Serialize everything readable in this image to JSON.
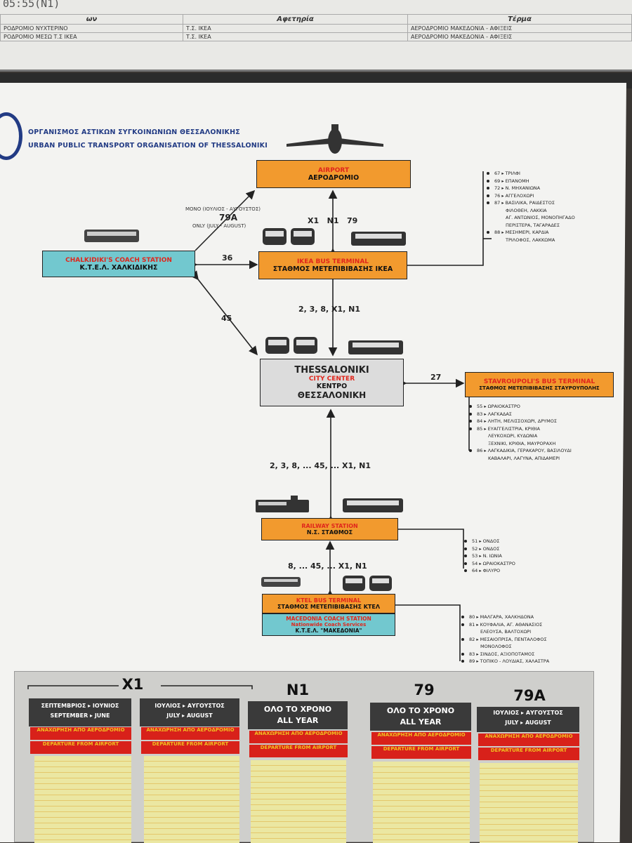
{
  "top_sheet": {
    "caption": "05:55(N1)",
    "header": [
      "ων",
      "Αφετηρία",
      "Τέρμα"
    ],
    "rows": [
      [
        "ΡΟΔΡΟΜΙΟ ΝΥΧΤΕΡΙΝΟ",
        "Τ.Σ. ΙΚΕΑ",
        "ΑΕΡΟΔΡΟΜΙΟ ΜΑΚΕΔΟΝΙΑ - ΑΦΙΞΕΙΣ"
      ],
      [
        "ΡΟΔΡΟΜΙΟ ΜΕΣΩ Τ.Σ ΙΚΕΑ",
        "Τ.Σ. ΙΚΕΑ",
        "ΑΕΡΟΔΡΟΜΙΟ ΜΑΚΕΔΟΝΙΑ - ΑΦΙΞΕΙΣ"
      ]
    ]
  },
  "org": {
    "name_gr": "ΟΡΓΑΝΙΣΜΟΣ ΑΣΤΙΚΩΝ ΣΥΓΚΟΙΝΩΝΙΩΝ ΘΕΣΣΑΛΟΝΙΚΗΣ",
    "name_en": "URBAN PUBLIC TRANSPORT ORGANISATION OF THESSALONIKI"
  },
  "nodes": {
    "airport": {
      "en": "AIRPORT",
      "gr": "ΑΕΡΟΔΡΟΜΙΟ"
    },
    "ikea": {
      "en": "IKEA BUS TERMINAL",
      "gr": "ΣΤΑΘΜΟΣ ΜΕΤΕΠΙΒΙΒΑΣΗΣ ΙΚΕΑ"
    },
    "chalkidiki": {
      "en": "CHALKIDIKI'S COACH STATION",
      "gr": "Κ.Τ.Ε.Λ. ΧΑΛΚΙΔΙΚΗΣ"
    },
    "center": {
      "en1": "THESSALONIKI",
      "en2": "CITY CENTER",
      "gr1": "ΚΕΝΤΡΟ",
      "gr2": "ΘΕΣΣΑΛΟΝΙΚΗ"
    },
    "stavroupoli": {
      "en": "STAVROUPOLI'S BUS TERMINAL",
      "gr": "ΣΤΑΘΜΟΣ ΜΕΤΕΠΙΒΙΒΑΣΗΣ ΣΤΑΥΡΟΥΠΟΛΗΣ"
    },
    "railway": {
      "en": "RAILWAY STATION",
      "gr": "Ν.Σ. ΣΤΑΘΜΟΣ"
    },
    "ktel": {
      "en": "KTEL BUS TERMINAL",
      "gr": "ΣΤΑΘΜΟΣ ΜΕΤΕΠΙΒΙΒΑΣΗΣ ΚΤΕΛ",
      "en2": "MACEDONIA COACH STATION",
      "en3": "Nationwide Coach Services",
      "gr2": "Κ.Τ.Ε.Λ. \"ΜΑΚΕΔΟΝΙΑ\""
    }
  },
  "links": {
    "chalkidiki_airport": "79A",
    "seasonal_gr": "ΜΟΝΟ (ΙΟΥΛΙΟΣ - ΑΥΓΟΥΣΤΟΣ)",
    "seasonal_en": "ONLY (JULY - AUGUST)",
    "ikea_airport": "X1   N1   79",
    "chalkidiki_ikea": "36",
    "chalkidiki_center": "45",
    "ikea_center": "2, 3, 8, X1, N1",
    "center_stavroupoli": "27",
    "railway_center": "2, 3, 8, ... 45, ... X1, N1",
    "ktel_railway": "8, ... 45, ... X1, N1"
  },
  "ikea_destinations": [
    "67 ▸ ΤΡΙΛΦΙ",
    "69 ▸ ΕΠΑΝΟΜΗ",
    "72 ▸ Ν. ΜΗΧΑΝΙΩΝΑ",
    "76 ▸ ΑΓΓΕΛΟΧΩΡΙ",
    "87 ▸ ΒΑΣΙΛΙΚΑ, ΡΑΙΔΕΣΤΟΣ",
    "ΦΙΛΟΘΕΗ, ΛΑΚΚΙΑ",
    "ΑΓ. ΑΝΤΩΝΙΟΣ, ΜΟΝΟΠΗΓΑΔΟ",
    "ΠΕΡΙΣΤΕΡΑ, ΤΑΓΑΡΑΔΕΣ",
    "88 ▸ ΜΕΣΗΜΕΡΙ, ΚΑΡΔΙΑ",
    "ΤΡΙΛΟΦΟΣ, ΛΑΚΚΩΜΑ"
  ],
  "stavroupoli_destinations": [
    "55 ▸ ΩΡΑΙΟΚΑΣΤΡΟ",
    "83 ▸ ΛΑΓΚΑΔΑΣ",
    "84 ▸ ΛΗΤΗ, ΜΕΛΙΣΣΟΧΩΡΙ, ΔΡΥΜΟΣ",
    "85 ▸ ΕΥΑΓΓΕΛΙΣΤΡΙΑ, ΚΡΙΘΙΑ",
    "ΛΕΥΚΟΧΩΡΙ, ΚΥΔΩΝΙΑ",
    "ΞΕΧΝΙΚΙ, ΚΡΙΘΙΑ, ΜΑΥΡΟΡΑΧΗ",
    "86 ▸ ΛΑΓΚΑΔΙΚΙΑ, ΓΕΡΑΚΑΡΟΥ, ΒΑΣΙΛΟΥΔΙ",
    "ΚΑΒΑΛΑΡΙ, ΛΑΓΥΝΑ, ΑΠΙΔΑΜΕΡΙ"
  ],
  "railway_destinations": [
    "51 ▸ ΟΝΔΟΣ",
    "52 ▸ ΟΝΔΟΣ",
    "53 ▸ Ν. ΙΩΝΙΑ",
    "54 ▸ ΩΡΑΙΟΚΑΣΤΡΟ",
    "64 ▸ ΦΙΛΥΡΟ"
  ],
  "ktel_destinations": [
    "80 ▸ ΜΑΛΓΑΡΑ, ΧΑΛΚΗΔΟΝΑ",
    "81 ▸ ΚΟΥΦΑΛΙΑ, ΑΓ. ΑΘΑΝΑΣΙΟΣ",
    "ΕΛΕΟΥΣΑ, ΒΑΛΤΟΧΩΡΙ",
    "82 ▸ ΜΕΣΑΙΟΠΡΙΣΑ, ΠΕΝΤΑΛΟΦΟΣ",
    "ΜΟΝΟΛΟΦΟΣ",
    "83 ▸ ΣΙΝΔΟΣ, ΑΞΙΟΠΟΤΑΜΟΣ",
    "89 ▸ ΤΟΠΙΚΟ - ΛΟΥΔΙΑΣ, ΧΑΛΑΣΤΡΑ"
  ],
  "schedule": {
    "columns": [
      {
        "route": "X1",
        "season_gr": "ΣΕΠΤΕΜΒΡΙΟΣ ▸ ΙΟΥΝΙΟΣ",
        "season_en": "SEPTEMBER ▸ JUNE",
        "dep_gr": "ΑΝΑΧΩΡΗΣΗ ΑΠΟ ΑΕΡΟΔΡΟΜΙΟ",
        "dep_en": "DEPARTURE FROM AIRPORT"
      },
      {
        "route": "",
        "season_gr": "ΙΟΥΛΙΟΣ ▸ ΑΥΓΟΥΣΤΟΣ",
        "season_en": "JULY ▸ AUGUST",
        "dep_gr": "ΑΝΑΧΩΡΗΣΗ ΑΠΟ ΑΕΡΟΔΡΟΜΙΟ",
        "dep_en": "DEPARTURE FROM AIRPORT"
      },
      {
        "route": "N1",
        "season_gr": "ΟΛΟ ΤΟ ΧΡΟΝΟ",
        "season_en": "ALL YEAR",
        "dep_gr": "ΑΝΑΧΩΡΗΣΗ ΑΠΟ ΑΕΡΟΔΡΟΜΙΟ",
        "dep_en": "DEPARTURE FROM AIRPORT"
      },
      {
        "route": "79",
        "season_gr": "ΟΛΟ ΤΟ ΧΡΟΝΟ",
        "season_en": "ALL YEAR",
        "dep_gr": "ΑΝΑΧΩΡΗΣΗ ΑΠΟ ΑΕΡΟΔΡΟΜΙΟ",
        "dep_en": "DEPARTURE FROM AIRPORT"
      },
      {
        "route": "79A",
        "season_gr": "ΙΟΥΛΙΟΣ ▸ ΑΥΓΟΥΣΤΟΣ",
        "season_en": "JULY ▸ AUGUST",
        "dep_gr": "ΑΝΑΧΩΡΗΣΗ ΑΠΟ ΑΕΡΟΔΡΟΜΙΟ",
        "dep_en": "DEPARTURE FROM AIRPORT"
      }
    ]
  },
  "colors": {
    "box_orange": "#f29a2e",
    "box_teal": "#72c8cf",
    "header_red": "#d8211a",
    "org_blue": "#223b84"
  },
  "icons": [
    "airplane-icon",
    "bus-icon",
    "coach-icon",
    "articulated-bus-icon",
    "train-icon"
  ]
}
